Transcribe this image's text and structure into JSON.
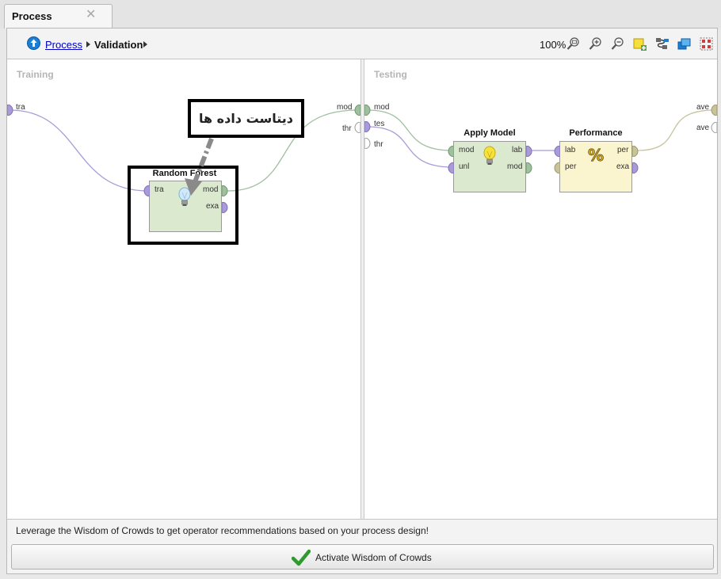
{
  "tab": {
    "title": "Process",
    "close": "✕"
  },
  "breadcrumb": {
    "root": "Process",
    "current": "Validation"
  },
  "toolbar": {
    "zoom": "100%"
  },
  "training": {
    "label": "Training",
    "left_port": "tra",
    "right_ports": [
      "mod",
      "thr"
    ]
  },
  "testing": {
    "label": "Testing",
    "left_ports": [
      "mod",
      "tes",
      "thr"
    ],
    "right_ports": [
      "ave",
      "ave"
    ]
  },
  "operators": {
    "random_forest": {
      "title": "Random Forest",
      "inputs": [
        "tra"
      ],
      "outputs": [
        "mod",
        "exa"
      ]
    },
    "apply_model": {
      "title": "Apply Model",
      "inputs": [
        "mod",
        "unl"
      ],
      "outputs": [
        "lab",
        "mod"
      ]
    },
    "performance": {
      "title": "Performance",
      "inputs": [
        "lab",
        "per"
      ],
      "outputs": [
        "per",
        "exa"
      ]
    }
  },
  "annotation": {
    "text": "دیتاست داده ها"
  },
  "wisdom": {
    "message": "Leverage the Wisdom of Crowds to get operator recommendations based on your process design!",
    "button": "Activate Wisdom of Crowds"
  },
  "colors": {
    "model_port": "#9fbf9f",
    "data_port": "#a99ad8",
    "perf_port": "#c8c39a",
    "learner_box": "#dbe9cf",
    "perf_box": "#fbf5cf",
    "accent_blue": "#1a7ed6"
  }
}
